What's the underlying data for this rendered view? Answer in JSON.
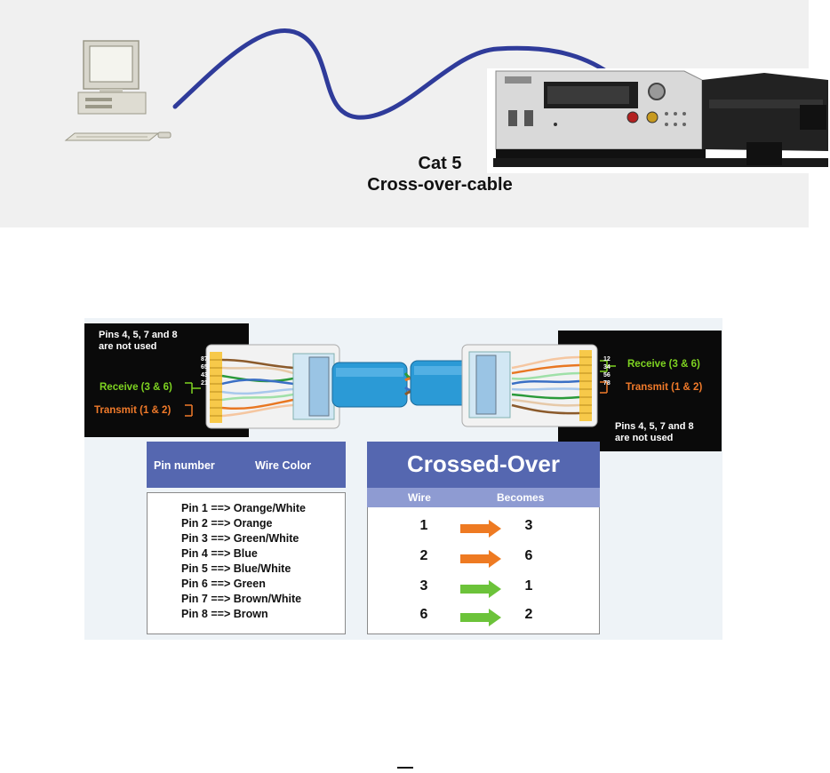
{
  "top": {
    "cable_line1": "Cat 5",
    "cable_line2": "Cross-over-cable"
  },
  "connector_left": {
    "note_line1": "Pins 4, 5, 7 and 8",
    "note_line2": "are not used",
    "receive": "Receive (3 & 6)",
    "transmit": "Transmit (1 & 2)",
    "pin_digits": "87654321"
  },
  "connector_right": {
    "note_line1": "Pins 4, 5, 7 and 8",
    "note_line2": "are not used",
    "receive": "Receive (3 & 6)",
    "transmit": "Transmit (1 & 2)",
    "pin_digits": "12345678"
  },
  "pin_table": {
    "col1": "Pin number",
    "col2": "Wire Color",
    "rows": [
      "Pin 1 ==> Orange/White",
      "Pin 2 ==> Orange",
      "Pin 3 ==> Green/White",
      "Pin 4 ==> Blue",
      "Pin 5 ==> Blue/White",
      "Pin 6 ==> Green",
      "Pin 7 ==> Brown/White",
      "Pin 8 ==> Brown"
    ]
  },
  "cross_table": {
    "title": "Crossed-Over",
    "col1": "Wire",
    "col2": "Becomes",
    "rows": [
      {
        "from": "1",
        "to": "3",
        "arrow_color": "#ee7a22"
      },
      {
        "from": "2",
        "to": "6",
        "arrow_color": "#ee7a22"
      },
      {
        "from": "3",
        "to": "1",
        "arrow_color": "#6cc33a"
      },
      {
        "from": "6",
        "to": "2",
        "arrow_color": "#6cc33a"
      }
    ]
  },
  "colors": {
    "cable_blue": "#2f3b9a",
    "table_header": "#5567b0",
    "receive": "#7ed321",
    "transmit": "#f07a2a"
  }
}
